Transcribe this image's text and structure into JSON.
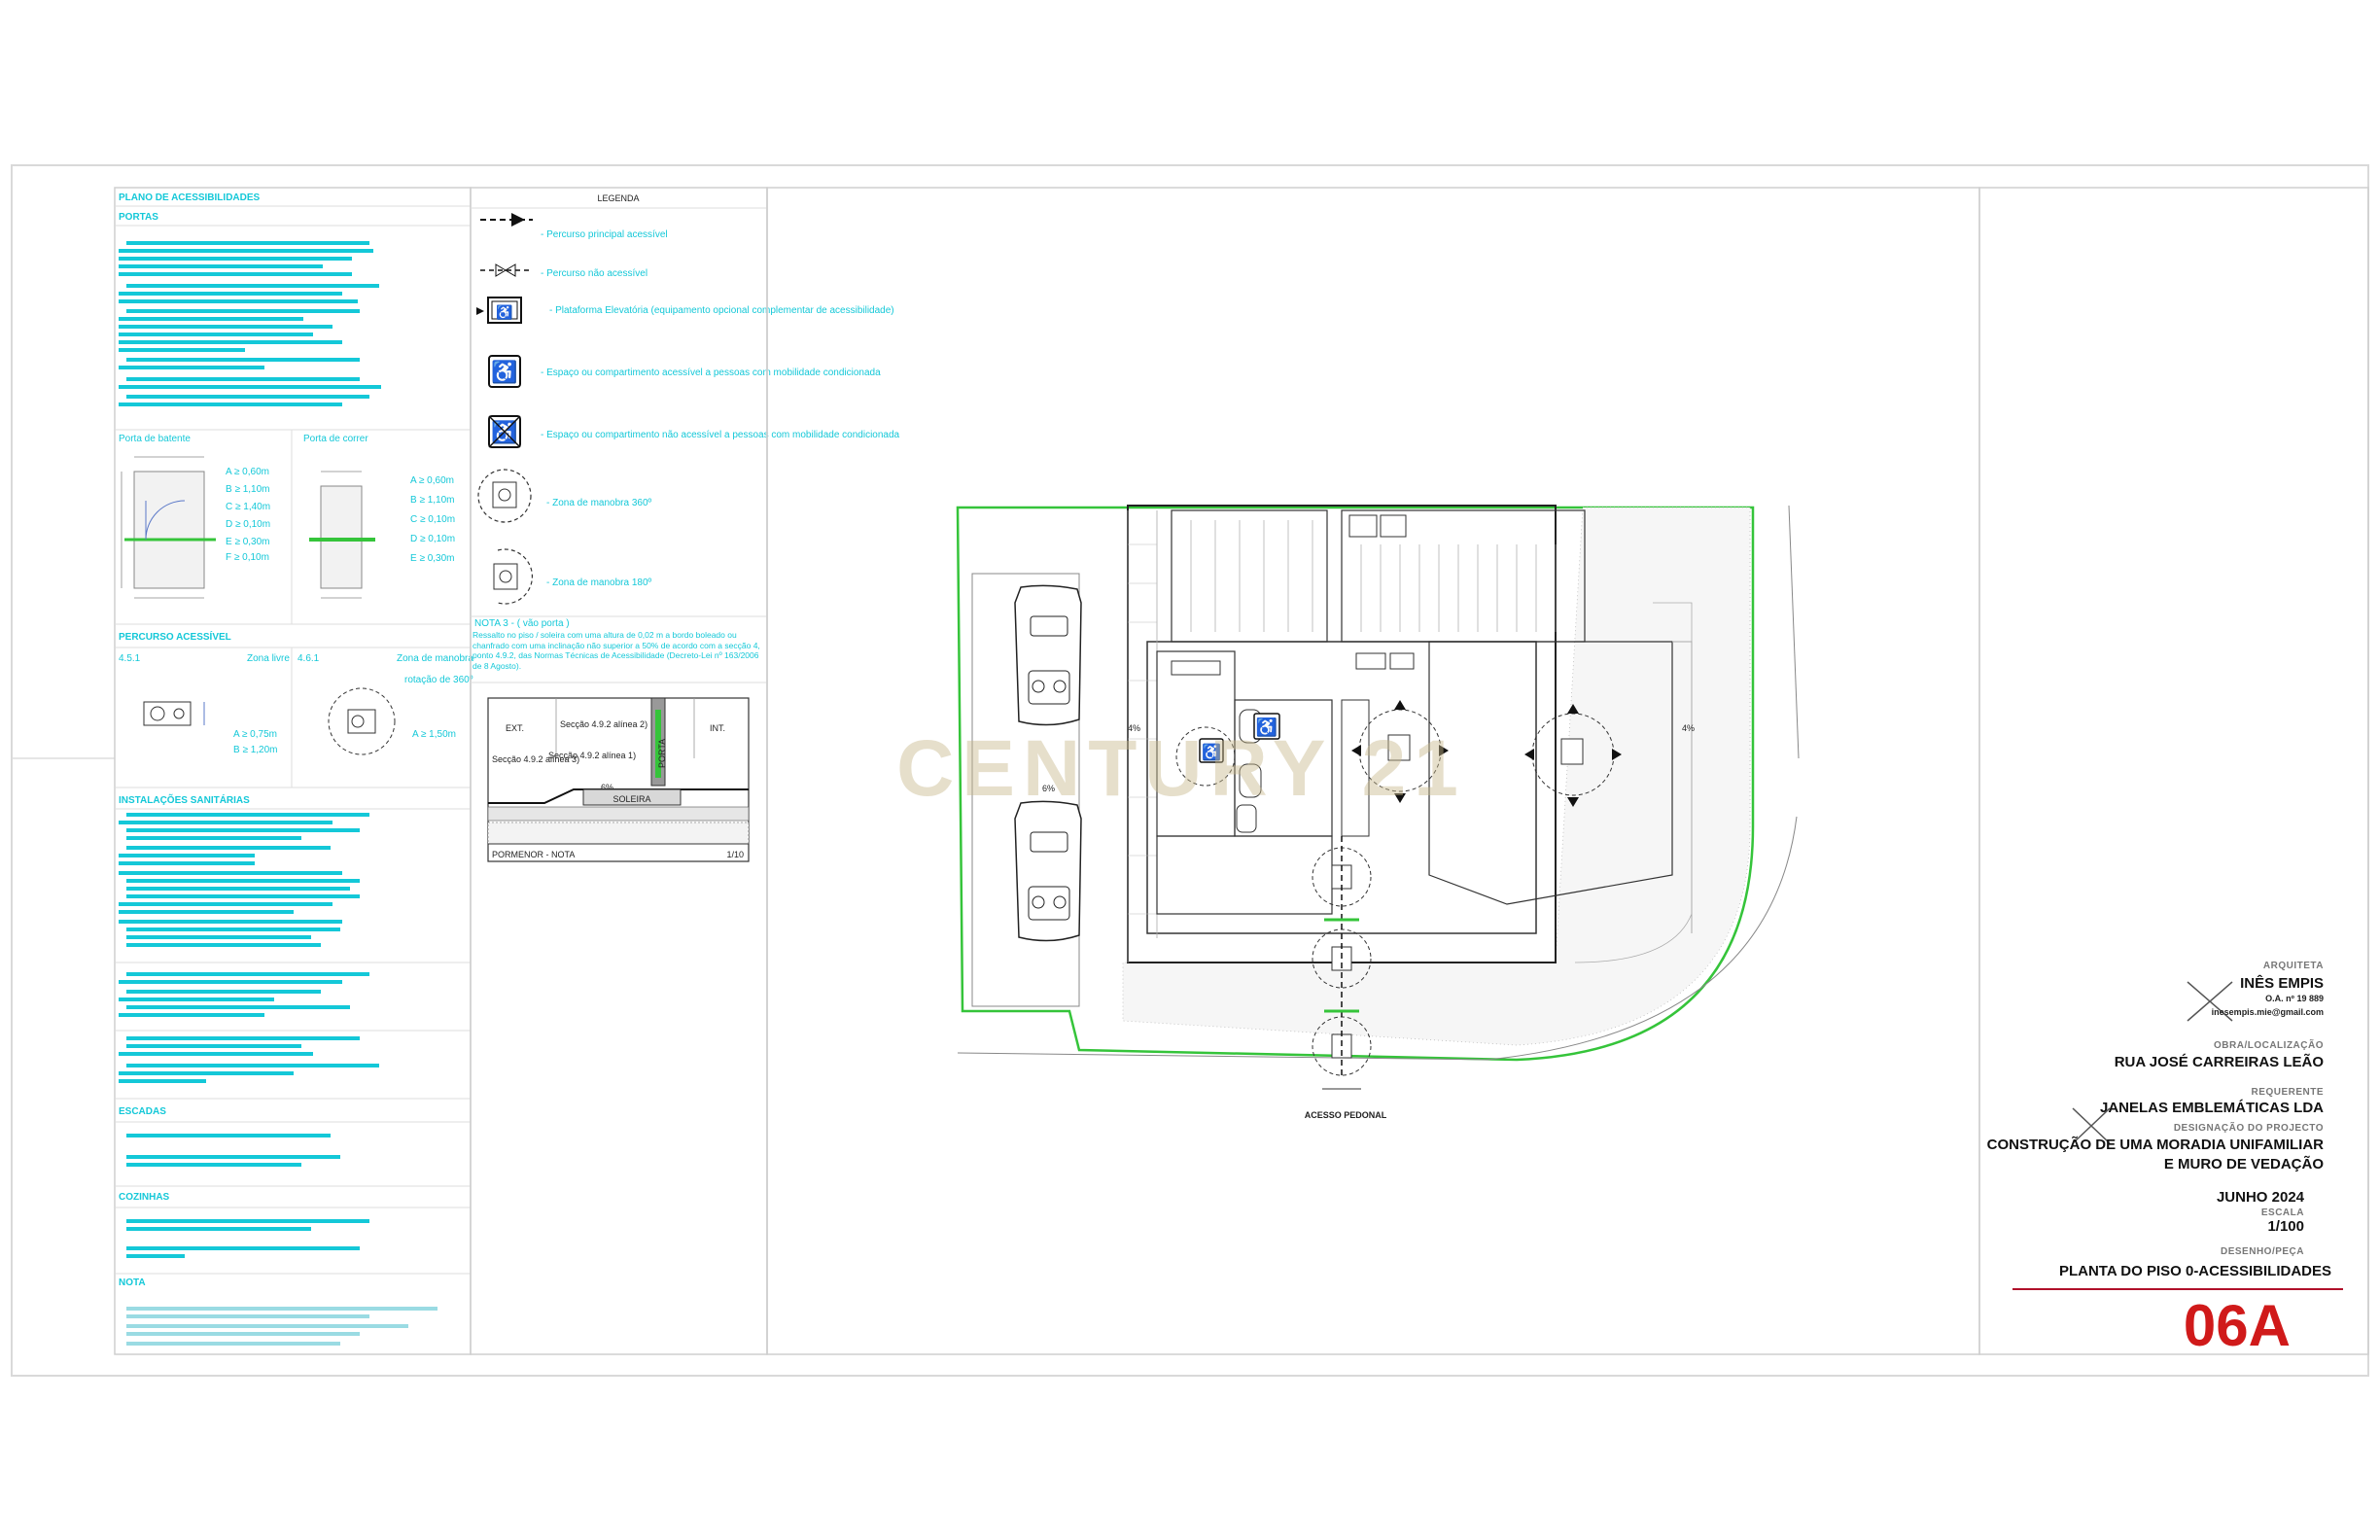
{
  "legend": {
    "title": "LEGENDA",
    "items": [
      {
        "icon": "dashed-arrow-icon",
        "text": "- Percurso principal acessível"
      },
      {
        "icon": "dashed-double-arrow-icon",
        "text": "- Percurso não acessível"
      },
      {
        "icon": "wheelchair-platform-icon",
        "text": "- Plataforma Elevatória (equipamento opcional complementar de acessibilidade)"
      },
      {
        "icon": "wheelchair-icon",
        "text": "- Espaço ou compartimento acessível a pessoas com mobilidade condicionada"
      },
      {
        "icon": "wheelchair-crossed-icon",
        "text": "- Espaço ou compartimento não acessível a pessoas com mobilidade condicionada"
      },
      {
        "icon": "turn-circle-icon",
        "text": "- Zona de manobra 360º"
      },
      {
        "icon": "turn-half-icon",
        "text": "- Zona de manobra 180º"
      }
    ]
  },
  "note3": {
    "title": "NOTA 3 - ( vão porta )",
    "text": "Ressalto no piso / soleira com uma altura de 0,02 m a bordo boleado ou chanfrado com uma inclinação não superior a 50% de acordo com a secção 4, ponto 4.9.2, das Normas Técnicas de Acessibilidade (Decreto-Lei nº 163/2006 de 8 Agosto)."
  },
  "detail": {
    "ext": "EXT.",
    "int": "INT.",
    "porta": "PORTA",
    "soleira": "SOLEIRA",
    "seccao1": "Secção 4.9.2 alínea 2)",
    "seccao2": "Secção 4.9.2 alínea 1)",
    "seccao3": "Secção 4.9.2 alínea 3)",
    "slope": "6%",
    "caption": "PORMENOR - NOTA",
    "scale": "1/10"
  },
  "plan": {
    "access_label": "ACESSO PEDONAL",
    "slope_left": "4%",
    "slope_center": "6%",
    "slope_right": "4%",
    "watermark": "CENTURY 21"
  },
  "title_block": {
    "architect_label": "ARQUITETA",
    "architect_name": "INÊS EMPIS",
    "architect_id": "O.A. nº 19 889",
    "architect_email": "inesempis.mie@gmail.com",
    "location_label": "OBRA/LOCALIZAÇÃO",
    "location": "RUA JOSÉ CARREIRAS LEÃO",
    "applicant_label": "REQUERENTE",
    "applicant": "JANELAS EMBLEMÁTICAS LDA",
    "project_label": "DESIGNAÇÃO DO PROJECTO",
    "project_line1": "CONSTRUÇÃO DE UMA MORADIA UNIFAMILIAR",
    "project_line2": "E MURO DE VEDAÇÃO",
    "date": "JUNHO 2024",
    "scale_label": "ESCALA",
    "scale": "1/100",
    "drawing_label": "DESENHO/PEÇA",
    "drawing_title": "PLANTA DO PISO 0-ACESSIBILIDADES",
    "sheet_number": "06A"
  },
  "accessibility_plan": {
    "title": "PLANO DE ACESSIBILIDADES",
    "sections": [
      "PORTAS",
      "PERCURSO ACESSÍVEL",
      "INSTALAÇÕES SANITÁRIAS",
      "ESCADAS",
      "COZINHAS",
      "NOTA"
    ],
    "door_left": "Porta de batente",
    "door_right": "Porta de correr",
    "dims_left": [
      "A ≥ 0,60m",
      "B ≥ 1,10m",
      "C ≥ 1,40m",
      "D ≥ 0,10m",
      "E ≥ 0,30m",
      "F ≥ 0,10m"
    ],
    "dims_right": [
      "A ≥ 0,60m",
      "B ≥ 1,10m",
      "C ≥ 0,10m",
      "D ≥ 0,10m",
      "E ≥ 0,30m"
    ],
    "route_a": "4.5.1",
    "route_b": "4.6.1",
    "route_dims": [
      "A ≥ 0,75m",
      "B ≥ 1,20m",
      "A ≥ 1,50m"
    ],
    "route_header_b": "Zona livre",
    "route_header_c": "Zona de manobra",
    "route_header_d": "rotação de 360º"
  }
}
